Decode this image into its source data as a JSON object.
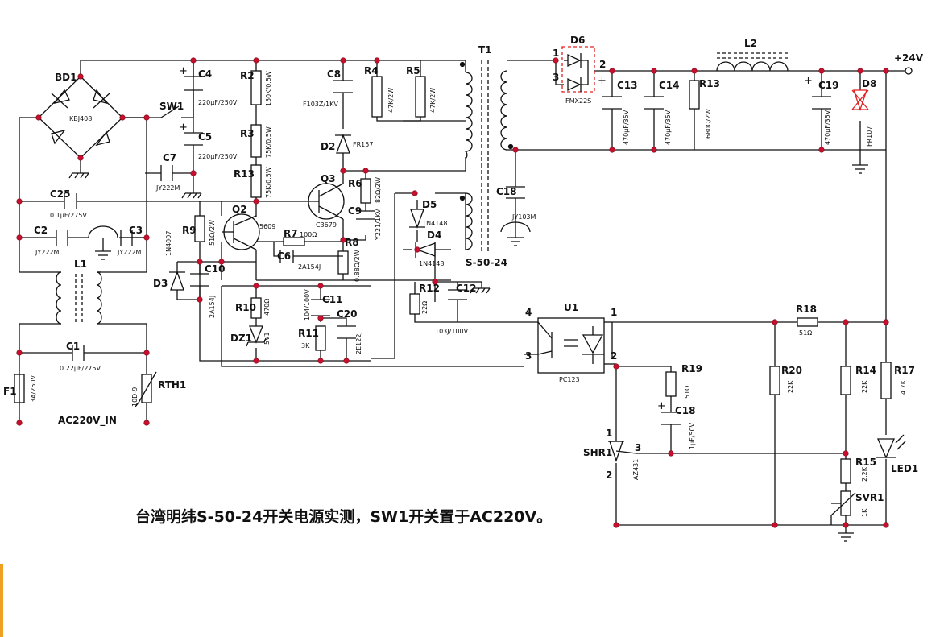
{
  "caption": "台湾明纬S-50-24开关电源实测，SW1开关置于AC220V。",
  "colors": {
    "wire": "#111111",
    "node": "#c8102e",
    "highlight": "#e02020",
    "edge_bar": "#f0a020"
  },
  "labels": {
    "BD1": "BD1",
    "KBJ408": "KBJ408",
    "SW1": "SW1",
    "C4": "C4",
    "C4v": "220μF/250V",
    "C5": "C5",
    "C5v": "220μF/250V",
    "C7": "C7",
    "C7v": "JY222M",
    "C25": "C25",
    "C25v": "0.1μF/275V",
    "C2": "C2",
    "C2v": "JY222M",
    "C3": "C3",
    "C3v": "JY222M",
    "L1": "L1",
    "C1": "C1",
    "C1v": "0.22μF/275V",
    "F1": "F1",
    "F1v": "3A/250V",
    "RTH1": "RTH1",
    "RTH1v": "10D-9",
    "ACIN": "AC220V_IN",
    "R2": "R2",
    "R2v": "150K/0.5W",
    "R3": "R3",
    "R3v": "75K/0.5W",
    "R13a": "R13",
    "R13av": "75K/0.5W",
    "C8": "C8",
    "C8v": "F103Z/1KV",
    "R4": "R4",
    "R4v": "47K/2W",
    "R5": "R5",
    "R5v": "47K/2W",
    "D2": "D2",
    "D2v": "FR157",
    "Q3": "Q3",
    "Q3v": "C3679",
    "R6": "R6",
    "R6v": "82Ω/2W",
    "C9": "C9",
    "C9v": "Y221/1KV",
    "Q2": "Q2",
    "Q2v": "5609",
    "R9": "R9",
    "R9v": "51Ω/2W",
    "R7": "R7",
    "R7v": "100Ω",
    "C6": "C6",
    "C6v": "2A154J",
    "R8": "R8",
    "R8v": "0.88Ω/2W",
    "D3": "D3",
    "D3v": "1N4007",
    "C10": "C10",
    "C10v": "2A154J",
    "R10": "R10",
    "R10v": "470Ω",
    "DZ1": "DZ1",
    "DZ1v": "5V1",
    "C11": "C11",
    "C11v": "104/100V",
    "C20": "C20",
    "C20v": "2E122J",
    "R11": "R11",
    "R11v": "3K",
    "T1": "T1",
    "D5": "D5",
    "D5v": "1N4148",
    "D4": "D4",
    "D4v": "1N4148",
    "R12": "R12",
    "R12v": "22Ω",
    "C12": "C12",
    "C12v": "103J/100V",
    "S5024": "S-50-24",
    "C18a": "C18",
    "C18av": "JY103M",
    "D6": "D6",
    "D6v": "FMX22S",
    "pin1": "1",
    "pin2": "2",
    "pin3": "3",
    "C13": "C13",
    "C13v": "470μF/35V",
    "C14": "C14",
    "C14v": "470μF/35V",
    "R13b": "R13",
    "R13bv": "680Ω/2W",
    "L2": "L2",
    "C19": "C19",
    "C19v": "470μF/35V",
    "D8": "D8",
    "D8v": "FR107",
    "OUT": "+24V",
    "U1": "U1",
    "U1v": "PC123",
    "u1p1": "1",
    "u1p2": "2",
    "u1p3": "3",
    "u1p4": "4",
    "R18": "R18",
    "R18v": "51Ω",
    "R19": "R19",
    "R19v": "51Ω",
    "C18b": "C18",
    "C18bv": "1μF/50V",
    "R20": "R20",
    "R20v": "22K",
    "R14": "R14",
    "R14v": "22K",
    "R17": "R17",
    "R17v": "4.7K",
    "SHR1": "SHR1",
    "SHR1v": "AZ431",
    "shp1": "1",
    "shp2": "2",
    "shp3": "3",
    "R15": "R15",
    "R15v": "2.2K",
    "SVR1": "SVR1",
    "SVR1v": "1K",
    "LED1": "LED1"
  }
}
